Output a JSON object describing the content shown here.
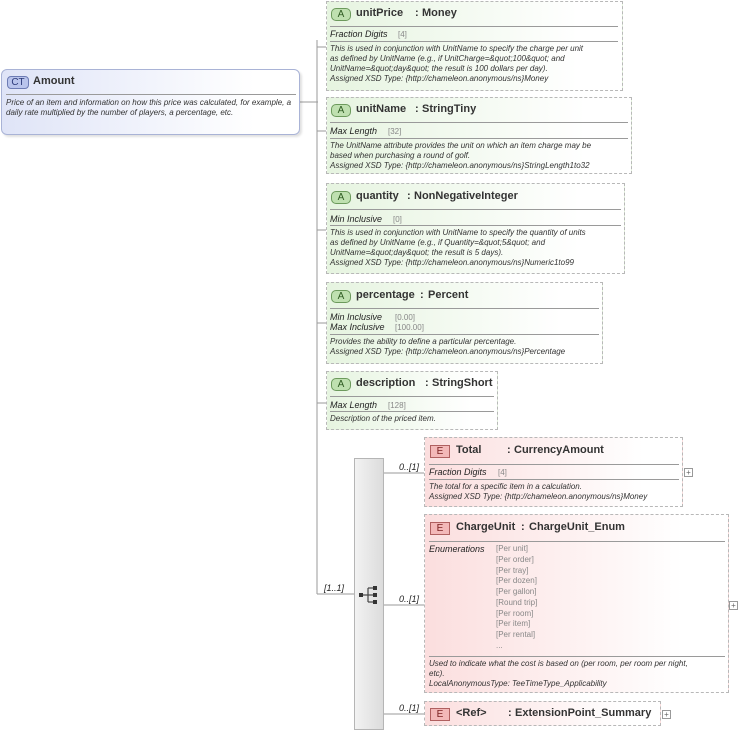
{
  "complex_type": {
    "badge": "CT",
    "name": "Amount",
    "description": "Price of an item and information on how this price was calculated, for example, a daily rate multiplied by the number of players, a percentage, etc."
  },
  "attributes": [
    {
      "badge": "A",
      "name": "unitPrice",
      "sep": ":",
      "type": "Money",
      "facets": [
        {
          "label": "Fraction Digits",
          "value": "[4]"
        }
      ],
      "description_lines": [
        "This is used in conjunction with UnitName to specify the charge per unit",
        "as defined by UnitName (e.g., if UnitCharge=&quot;100&quot; and",
        "UnitName=&quot;day&quot; the result is 100 dollars per day).",
        "Assigned XSD Type: {http://chameleon.anonymous/ns}Money"
      ]
    },
    {
      "badge": "A",
      "name": "unitName",
      "sep": ":",
      "type": "StringTiny",
      "facets": [
        {
          "label": "Max Length",
          "value": "[32]"
        }
      ],
      "description_lines": [
        "The UnitName attribute provides the unit on which an item charge may be",
        "based when purchasing a round of golf.",
        "Assigned XSD Type: {http://chameleon.anonymous/ns}StringLength1to32"
      ]
    },
    {
      "badge": "A",
      "name": "quantity",
      "sep": ":",
      "type": "NonNegativeInteger",
      "facets": [
        {
          "label": "Min Inclusive",
          "value": "[0]"
        }
      ],
      "description_lines": [
        "This is used in conjunction with UnitName to specify the quantity of units",
        "as defined by UnitName (e.g., if Quantity=&quot;5&quot; and",
        "UnitName=&quot;day&quot; the result is 5 days).",
        "Assigned XSD Type: {http://chameleon.anonymous/ns}Numeric1to99"
      ]
    },
    {
      "badge": "A",
      "name": "percentage",
      "sep": ":",
      "type": "Percent",
      "facets": [
        {
          "label": "Min Inclusive",
          "value": "[0.00]"
        },
        {
          "label": "Max Inclusive",
          "value": "[100.00]"
        }
      ],
      "description_lines": [
        "Provides the ability to define a particular percentage.",
        "Assigned XSD Type: {http://chameleon.anonymous/ns}Percentage"
      ]
    },
    {
      "badge": "A",
      "name": "description",
      "sep": ":",
      "type": "StringShort",
      "facets": [
        {
          "label": "Max Length",
          "value": "[128]"
        }
      ],
      "description_lines": [
        "Description of the priced item."
      ]
    }
  ],
  "sequence": {
    "cardinality": "[1..1]"
  },
  "elements": [
    {
      "badge": "E",
      "name": "Total",
      "sep": ":",
      "type": "CurrencyAmount",
      "cardinality": "0..[1]",
      "facet_label": "Fraction Digits",
      "facet_value": "[4]",
      "description_lines": [
        "The total for a specific item in a calculation.",
        "Assigned XSD Type: {http://chameleon.anonymous/ns}Money"
      ]
    },
    {
      "badge": "E",
      "name": "ChargeUnit",
      "sep": ":",
      "type": "ChargeUnit_Enum",
      "cardinality": "0..[1]",
      "facet_label": "Enumerations",
      "enumerations": [
        "[Per unit]",
        "[Per order]",
        "[Per tray]",
        "[Per dozen]",
        "[Per gallon]",
        "[Round trip]",
        "[Per room]",
        "[Per item]",
        "[Per rental]",
        "..."
      ],
      "description_lines": [
        "Used to indicate what the cost is based on (per room, per room per night,",
        "etc).",
        "LocalAnonymousType: TeeTimeType_Applicability"
      ]
    },
    {
      "badge": "E",
      "name": "<Ref>",
      "sep": ":",
      "type": "ExtensionPoint_Summary",
      "cardinality": "0..[1]"
    }
  ],
  "expand_glyph": "+"
}
